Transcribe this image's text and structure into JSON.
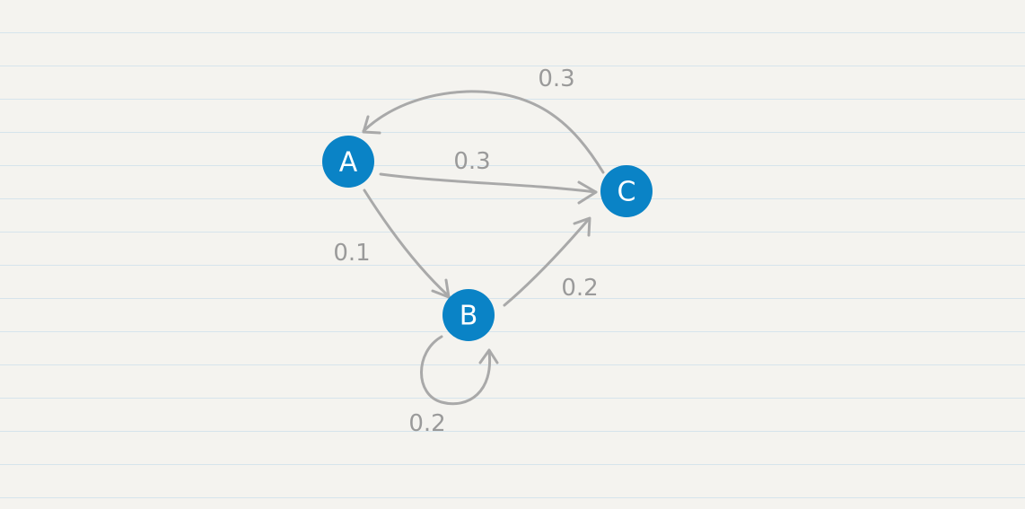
{
  "diagram": {
    "nodes": {
      "a": {
        "label": "A"
      },
      "b": {
        "label": "B"
      },
      "c": {
        "label": "C"
      }
    },
    "edges": {
      "c_to_a": {
        "from": "C",
        "to": "A",
        "weight": "0.3"
      },
      "a_to_c": {
        "from": "A",
        "to": "C",
        "weight": "0.3"
      },
      "a_to_b": {
        "from": "A",
        "to": "B",
        "weight": "0.1"
      },
      "b_to_c": {
        "from": "B",
        "to": "C",
        "weight": "0.2"
      },
      "b_to_b": {
        "from": "B",
        "to": "B",
        "weight": "0.2"
      }
    },
    "colors": {
      "node_fill": "#0a83c6",
      "edge_stroke": "#a9a9a9",
      "label_text": "#9a9a9a",
      "ruled_line": "#d6e4ec",
      "paper": "#f4f3ef"
    }
  }
}
